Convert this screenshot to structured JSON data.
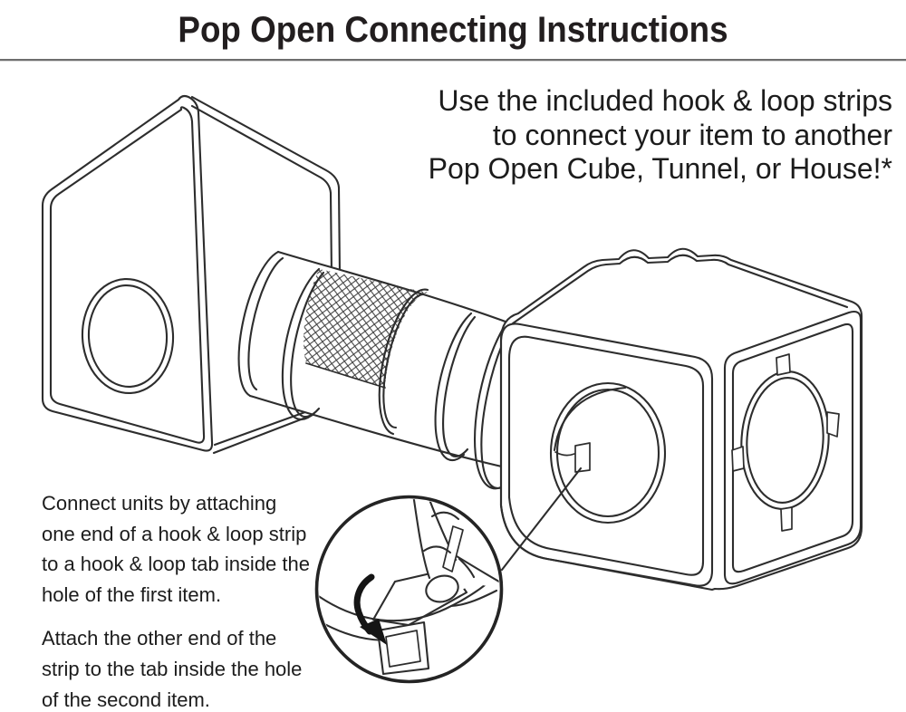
{
  "header": {
    "title": "Pop Open Connecting Instructions"
  },
  "intro": {
    "lines": [
      "Use the included hook & loop strips",
      "to connect your item to another",
      "Pop Open Cube, Tunnel, or House!*"
    ]
  },
  "steps": {
    "step1": {
      "lines": [
        "Connect units by attaching",
        "one end of a hook & loop strip",
        "to a hook & loop tab inside the",
        "hole of the first item."
      ]
    },
    "step2": {
      "lines": [
        "Attach the other end of the",
        "strip to the tab inside the hole",
        "of the second item."
      ]
    }
  },
  "diagram": {
    "icons": {
      "arrow": "curved-down-arrow-icon",
      "strip": "hook-loop-strip",
      "tab": "hook-loop-tab",
      "magnifier": "zoom-detail-circle"
    },
    "colors": {
      "stroke": "#2d2d2d",
      "text": "#1b1b1b",
      "strip_gray": "#c7c7c7",
      "tab_gray": "#c9c9c9",
      "rule_gray": "#6e6e6e",
      "arrow_black": "#151515"
    }
  }
}
